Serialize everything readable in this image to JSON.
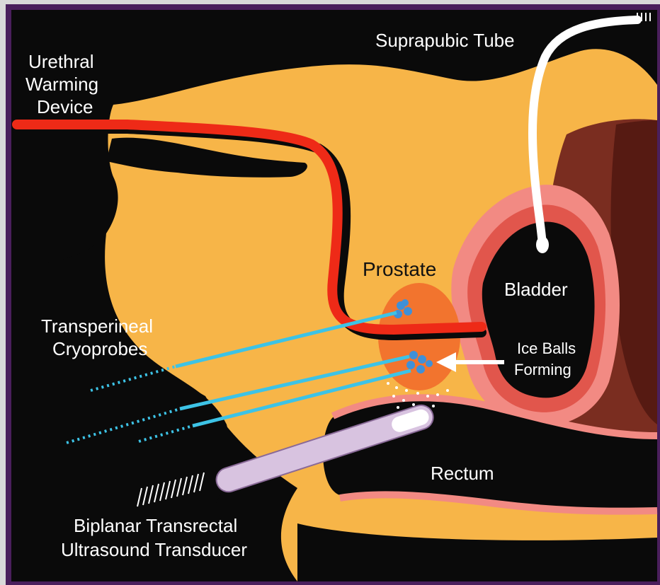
{
  "labels": {
    "urethral_warming_device": [
      "Urethral",
      "Warming",
      "Device"
    ],
    "suprapubic_tube": "Suprapubic Tube",
    "prostate": "Prostate",
    "bladder": "Bladder",
    "transperineal_cryoprobes": [
      "Transperineal",
      "Cryoprobes"
    ],
    "ice_balls_forming": [
      "Ice Balls",
      "Forming"
    ],
    "rectum": "Rectum",
    "biplanar_transducer": [
      "Biplanar Transrectal",
      "Ultrasound Transducer"
    ]
  },
  "colors": {
    "frame": "#4a1f5c",
    "background": "#0a0a0a",
    "tissue": "#f7b548",
    "bladder_wall": "#f28a83",
    "bladder_inner": "#e1564c",
    "deep_organ": "#7a2d20",
    "deep_organ_dark": "#561a12",
    "catheter": "#ee2a17",
    "prostate": "#f2742e",
    "cryoprobe": "#3dc3e6",
    "ice_ball": "#3f90d8",
    "transducer": "#d8c3e0",
    "tube": "#ffffff"
  }
}
